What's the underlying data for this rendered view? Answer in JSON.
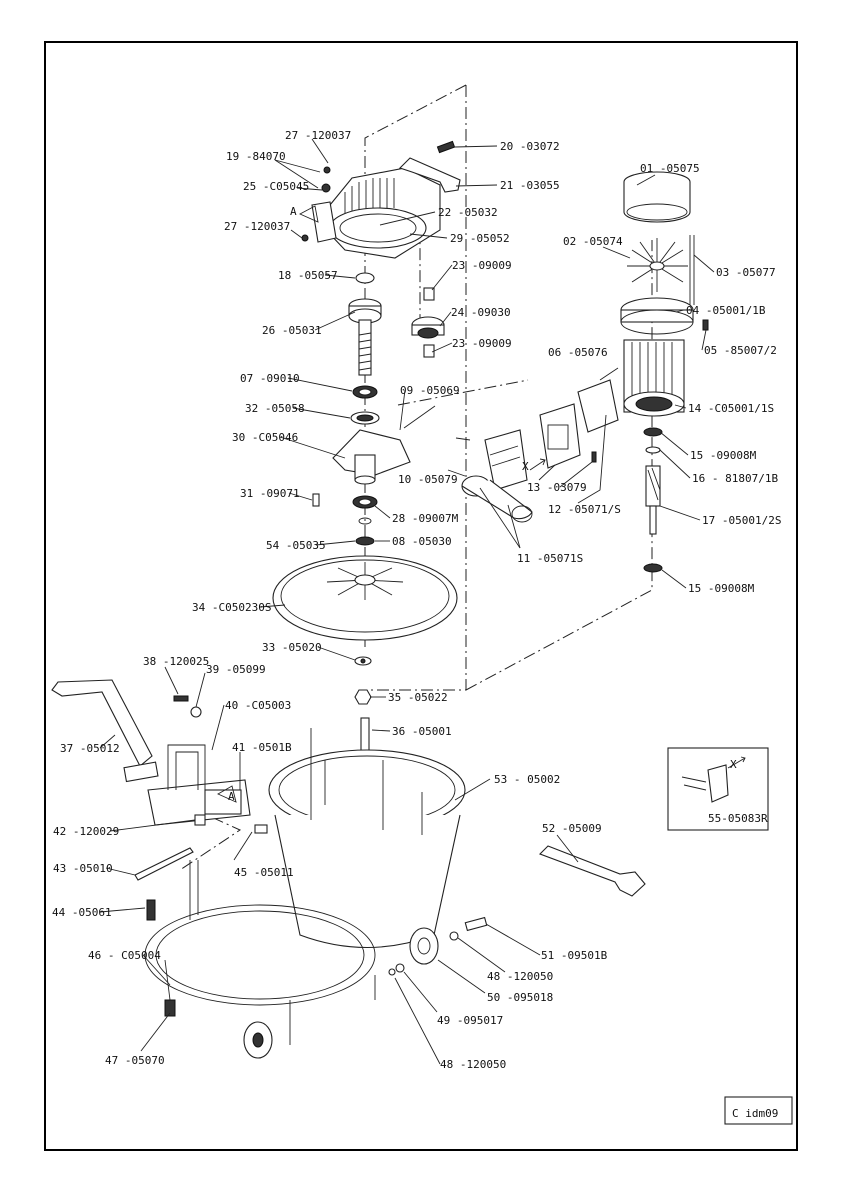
{
  "drawing_code": "C idm09",
  "section_marker": "A",
  "direction_marker": "X",
  "callouts": [
    {
      "id": "01",
      "label": "01 -05075"
    },
    {
      "id": "02",
      "label": "02 -05074"
    },
    {
      "id": "03",
      "label": "03 -05077"
    },
    {
      "id": "04",
      "label": "04 -05001/1B"
    },
    {
      "id": "05",
      "label": "05 -85007/2"
    },
    {
      "id": "06",
      "label": "06 -05076"
    },
    {
      "id": "07",
      "label": "07 -09010"
    },
    {
      "id": "08",
      "label": "08 -05030"
    },
    {
      "id": "09",
      "label": "09 -05069"
    },
    {
      "id": "10",
      "label": "10 -05079"
    },
    {
      "id": "11",
      "label": "11 -05071S"
    },
    {
      "id": "12",
      "label": "12 -05071/S"
    },
    {
      "id": "13",
      "label": "13 -03079"
    },
    {
      "id": "14",
      "label": "14 -C05001/1S"
    },
    {
      "id": "15a",
      "label": "15 -09008M"
    },
    {
      "id": "15b",
      "label": "15 -09008M"
    },
    {
      "id": "16",
      "label": "16 - 81807/1B"
    },
    {
      "id": "17",
      "label": "17 -05001/2S"
    },
    {
      "id": "18",
      "label": "18 -05057"
    },
    {
      "id": "19",
      "label": "19 -84070"
    },
    {
      "id": "20",
      "label": "20 -03072"
    },
    {
      "id": "21",
      "label": "21 -03055"
    },
    {
      "id": "22",
      "label": "22 -05032"
    },
    {
      "id": "23a",
      "label": "23 -09009"
    },
    {
      "id": "23b",
      "label": "23 -09009"
    },
    {
      "id": "24",
      "label": "24 -09030"
    },
    {
      "id": "25",
      "label": "25 -C05045"
    },
    {
      "id": "26",
      "label": "26 -05031"
    },
    {
      "id": "27a",
      "label": "27 -120037"
    },
    {
      "id": "27b",
      "label": "27 -120037"
    },
    {
      "id": "28",
      "label": "28 -09007M"
    },
    {
      "id": "29",
      "label": "29 -05052"
    },
    {
      "id": "30",
      "label": "30 -C05046"
    },
    {
      "id": "31",
      "label": "31 -09071"
    },
    {
      "id": "32",
      "label": "32 -05058"
    },
    {
      "id": "33",
      "label": "33 -05020"
    },
    {
      "id": "34",
      "label": "34 -C050230S"
    },
    {
      "id": "35",
      "label": "35 -05022"
    },
    {
      "id": "36",
      "label": "36 -05001"
    },
    {
      "id": "37",
      "label": "37 -05012"
    },
    {
      "id": "38",
      "label": "38 -120025"
    },
    {
      "id": "39",
      "label": "39 -05099"
    },
    {
      "id": "40",
      "label": "40 -C05003"
    },
    {
      "id": "41",
      "label": "41 -0501B"
    },
    {
      "id": "42",
      "label": "42 -120029"
    },
    {
      "id": "43",
      "label": "43 -05010"
    },
    {
      "id": "44",
      "label": "44 -05061"
    },
    {
      "id": "45",
      "label": "45 -05011"
    },
    {
      "id": "46",
      "label": "46 - C05004"
    },
    {
      "id": "47",
      "label": "47 -05070"
    },
    {
      "id": "48a",
      "label": "48 -120050"
    },
    {
      "id": "48b",
      "label": "48 -120050"
    },
    {
      "id": "49",
      "label": "49 -095017"
    },
    {
      "id": "50",
      "label": "50 -095018"
    },
    {
      "id": "51",
      "label": "51 -09501B"
    },
    {
      "id": "52",
      "label": "52 -05009"
    },
    {
      "id": "53",
      "label": "53 - 05002"
    },
    {
      "id": "54",
      "label": "54 -05035"
    },
    {
      "id": "55",
      "label": "55-05083R"
    }
  ]
}
